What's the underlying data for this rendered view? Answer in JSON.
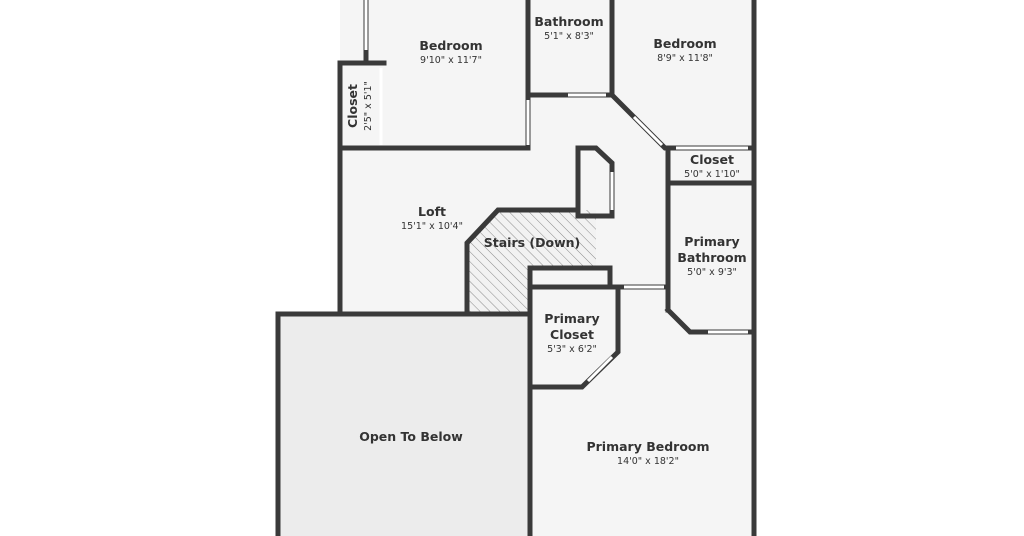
{
  "rooms": {
    "bedroom_1": {
      "name": "Bedroom",
      "dims": "9'10\" x 11'7\""
    },
    "bathroom": {
      "name": "Bathroom",
      "dims": "5'1\" x 8'3\""
    },
    "bedroom_2": {
      "name": "Bedroom",
      "dims": "8'9\" x 11'8\""
    },
    "closet_1": {
      "name": "Closet",
      "dims": "2'5\" x 5'1\""
    },
    "closet_2": {
      "name": "Closet",
      "dims": "5'0\" x 1'10\""
    },
    "loft": {
      "name": "Loft",
      "dims": "15'1\" x 10'4\""
    },
    "stairs": {
      "name": "Stairs (Down)"
    },
    "primary_bathroom": {
      "name_line1": "Primary",
      "name_line2": "Bathroom",
      "dims": "5'0\" x 9'3\""
    },
    "primary_closet": {
      "name_line1": "Primary",
      "name_line2": "Closet",
      "dims": "5'3\" x 6'2\""
    },
    "open_to_below": {
      "name": "Open To Below"
    },
    "primary_bedroom": {
      "name": "Primary Bedroom",
      "dims": "14'0\" x 18'2\""
    }
  },
  "colors": {
    "wall": "#3a3a3a",
    "floor": "#f5f5f5",
    "open_area": "#ececec",
    "label": "#333333"
  }
}
